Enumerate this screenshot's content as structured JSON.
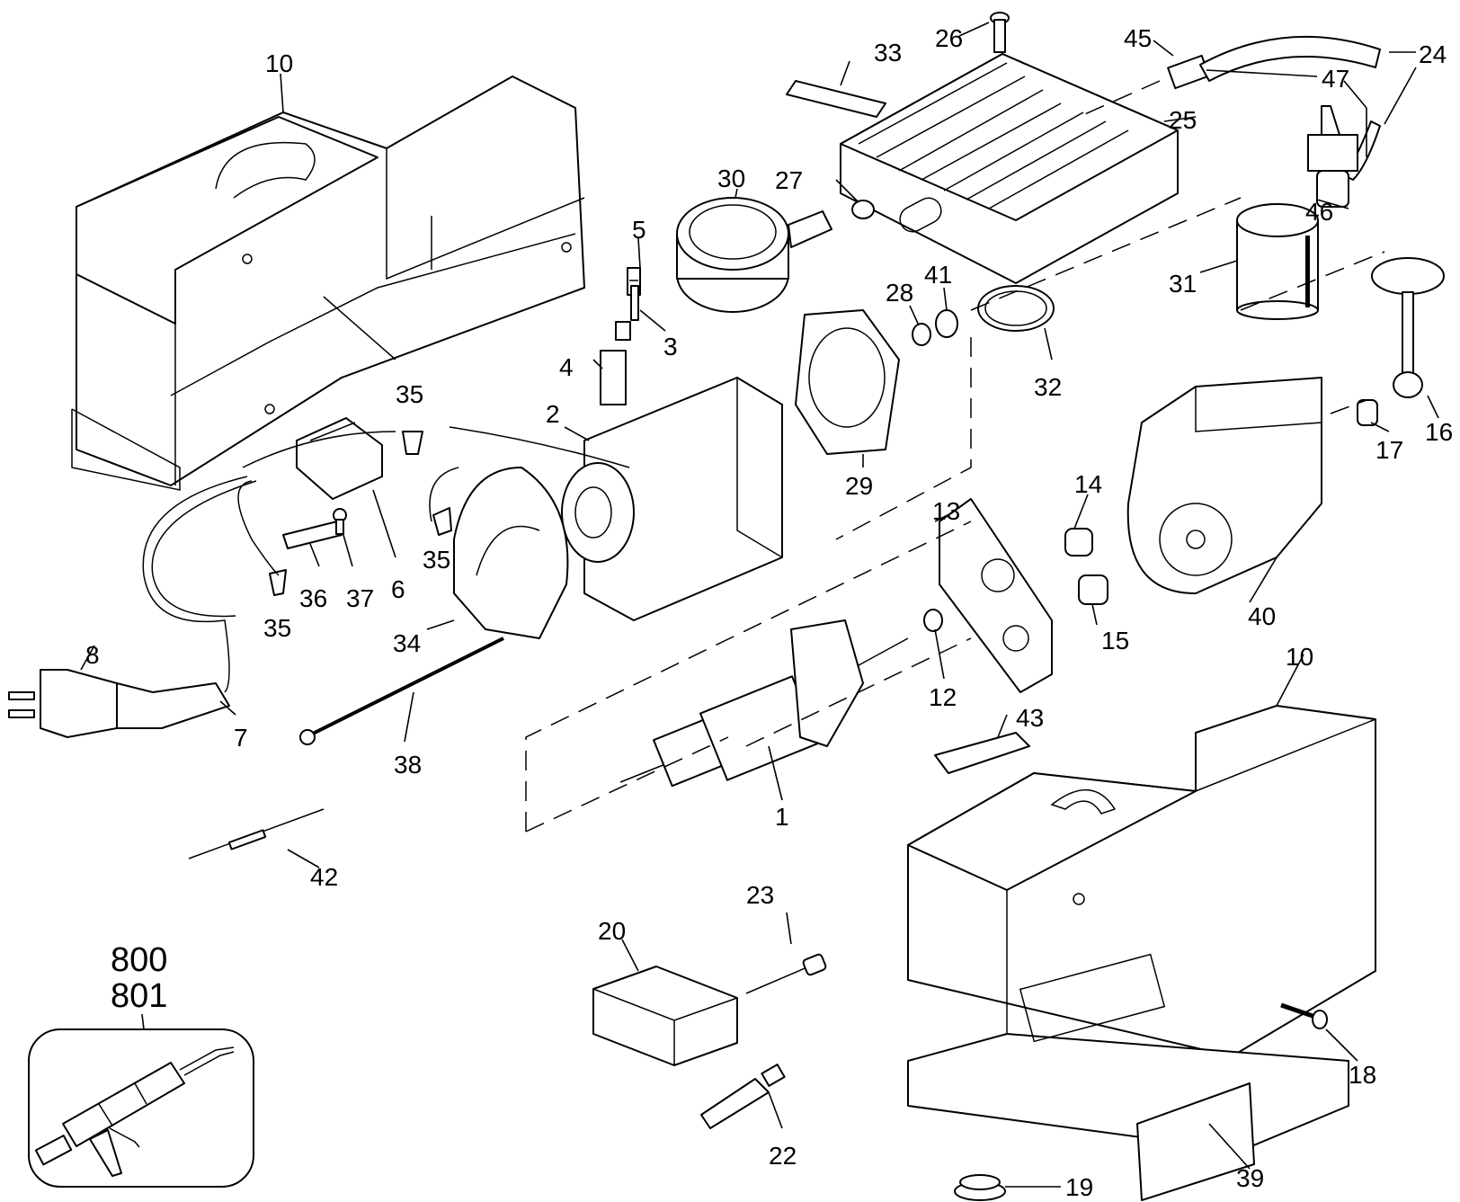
{
  "diagram": {
    "type": "exploded-parts-diagram",
    "subject": "Air compressor / inflator",
    "callouts": [
      {
        "id": "10",
        "part": "housing-left"
      },
      {
        "id": "33",
        "part": "label"
      },
      {
        "id": "26",
        "part": "screw"
      },
      {
        "id": "45",
        "part": "fitting"
      },
      {
        "id": "24",
        "part": "hose"
      },
      {
        "id": "47",
        "part": "hose-clamp"
      },
      {
        "id": "25",
        "part": "top-cover"
      },
      {
        "id": "46",
        "part": "chuck"
      },
      {
        "id": "30",
        "part": "pressure-gauge"
      },
      {
        "id": "27",
        "part": "o-ring"
      },
      {
        "id": "5",
        "part": "brush-terminal"
      },
      {
        "id": "3",
        "part": "brush"
      },
      {
        "id": "4",
        "part": "brush-holder"
      },
      {
        "id": "28",
        "part": "washer"
      },
      {
        "id": "41",
        "part": "washer"
      },
      {
        "id": "31",
        "part": "cylinder"
      },
      {
        "id": "32",
        "part": "gasket"
      },
      {
        "id": "35",
        "part": "wire-nut"
      },
      {
        "id": "2",
        "part": "field"
      },
      {
        "id": "29",
        "part": "end-plate"
      },
      {
        "id": "16",
        "part": "connecting-rod"
      },
      {
        "id": "17",
        "part": "bushing"
      },
      {
        "id": "6",
        "part": "switch"
      },
      {
        "id": "36",
        "part": "clamp"
      },
      {
        "id": "37",
        "part": "screw"
      },
      {
        "id": "13",
        "part": "bearing-plate"
      },
      {
        "id": "14",
        "part": "bearing"
      },
      {
        "id": "15",
        "part": "bearing"
      },
      {
        "id": "40",
        "part": "gear-housing"
      },
      {
        "id": "34",
        "part": "brush-holder-bracket"
      },
      {
        "id": "8",
        "part": "plug"
      },
      {
        "id": "7",
        "part": "cord"
      },
      {
        "id": "12",
        "part": "washer"
      },
      {
        "id": "38",
        "part": "through-bolt"
      },
      {
        "id": "1",
        "part": "armature"
      },
      {
        "id": "43",
        "part": "label"
      },
      {
        "id": "42",
        "part": "needle"
      },
      {
        "id": "23",
        "part": "inflation-needle"
      },
      {
        "id": "20",
        "part": "storage-box"
      },
      {
        "id": "22",
        "part": "nozzle-adapter"
      },
      {
        "id": "18",
        "part": "screw"
      },
      {
        "id": "19",
        "part": "foot"
      },
      {
        "id": "39",
        "part": "label"
      }
    ]
  },
  "labels": {
    "l10a": "10",
    "l33": "33",
    "l26": "26",
    "l45": "45",
    "l24a": "24",
    "l47": "47",
    "l24b": "24",
    "l25": "25",
    "l46": "46",
    "l30": "30",
    "l27": "27",
    "l5": "5",
    "l3": "3",
    "l4": "4",
    "l28": "28",
    "l41": "41",
    "l31": "31",
    "l32": "32",
    "l35a": "35",
    "l35b": "35",
    "l35c": "35",
    "l2": "2",
    "l29": "29",
    "l16": "16",
    "l17": "17",
    "l6": "6",
    "l36": "36",
    "l37": "37",
    "l13": "13",
    "l14": "14",
    "l15": "15",
    "l40": "40",
    "l34": "34",
    "l8": "8",
    "l7": "7",
    "l12": "12",
    "l38": "38",
    "l1": "1",
    "l10b": "10",
    "l43": "43",
    "l42": "42",
    "l23": "23",
    "l20": "20",
    "l22": "22",
    "l18": "18",
    "l19": "19",
    "l39": "39"
  },
  "inset": {
    "label_line1": "800",
    "label_line2": "801",
    "part": "inflator-gun-accessory"
  }
}
